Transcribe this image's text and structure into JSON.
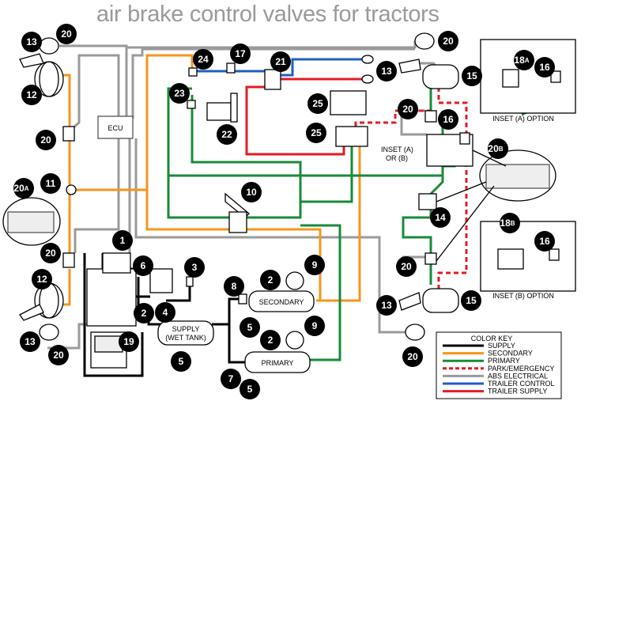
{
  "title": "air brake control valves for tractors",
  "labels": {
    "ecu": "ECU",
    "supply_tank_line1": "SUPPLY",
    "supply_tank_line2": "(WET TANK)",
    "secondary_tank": "SECONDARY",
    "primary_tank": "PRIMARY",
    "inset_ab_line1": "INSET (A)",
    "inset_ab_line2": "OR (B)",
    "inset_a_option": "INSET (A) OPTION",
    "inset_b_option": "INSET (B) OPTION"
  },
  "color_key": {
    "title": "COLOR KEY",
    "entries": [
      {
        "label": "SUPPLY",
        "color": "#000000",
        "dashed": false
      },
      {
        "label": "SECONDARY",
        "color": "#f7941d",
        "dashed": false
      },
      {
        "label": "PRIMARY",
        "color": "#1a8a3a",
        "dashed": false
      },
      {
        "label": "PARK/EMERGENCY",
        "color": "#e31b23",
        "dashed": true
      },
      {
        "label": "ABS ELECTRICAL",
        "color": "#9a9a9a",
        "dashed": false
      },
      {
        "label": "TRAILER CONTROL",
        "color": "#1f5fbf",
        "dashed": false
      },
      {
        "label": "TRAILER SUPPLY",
        "color": "#e31b23",
        "dashed": false
      }
    ]
  },
  "badges": [
    {
      "id": "13-top-left",
      "num": "13",
      "sub": ""
    },
    {
      "id": "20-top-left",
      "num": "20",
      "sub": ""
    },
    {
      "id": "12-top-left",
      "num": "12",
      "sub": ""
    },
    {
      "id": "20-left-upper",
      "num": "20",
      "sub": ""
    },
    {
      "id": "20a",
      "num": "20",
      "sub": "A"
    },
    {
      "id": "11",
      "num": "11",
      "sub": ""
    },
    {
      "id": "20-left-lower",
      "num": "20",
      "sub": ""
    },
    {
      "id": "12-bottom-left",
      "num": "12",
      "sub": ""
    },
    {
      "id": "13-bottom-left",
      "num": "13",
      "sub": ""
    },
    {
      "id": "20-bottom-left",
      "num": "20",
      "sub": ""
    },
    {
      "id": "1",
      "num": "1",
      "sub": ""
    },
    {
      "id": "6",
      "num": "6",
      "sub": ""
    },
    {
      "id": "3",
      "num": "3",
      "sub": ""
    },
    {
      "id": "2-compressor",
      "num": "2",
      "sub": ""
    },
    {
      "id": "4",
      "num": "4",
      "sub": ""
    },
    {
      "id": "19",
      "num": "19",
      "sub": ""
    },
    {
      "id": "5-supply",
      "num": "5",
      "sub": ""
    },
    {
      "id": "24",
      "num": "24",
      "sub": ""
    },
    {
      "id": "17",
      "num": "17",
      "sub": ""
    },
    {
      "id": "21",
      "num": "21",
      "sub": ""
    },
    {
      "id": "23",
      "num": "23",
      "sub": ""
    },
    {
      "id": "22",
      "num": "22",
      "sub": ""
    },
    {
      "id": "25-upper",
      "num": "25",
      "sub": ""
    },
    {
      "id": "25-lower",
      "num": "25",
      "sub": ""
    },
    {
      "id": "10",
      "num": "10",
      "sub": ""
    },
    {
      "id": "8",
      "num": "8",
      "sub": ""
    },
    {
      "id": "2-secondary",
      "num": "2",
      "sub": ""
    },
    {
      "id": "9-secondary",
      "num": "9",
      "sub": ""
    },
    {
      "id": "5-secondary",
      "num": "5",
      "sub": ""
    },
    {
      "id": "2-primary",
      "num": "2",
      "sub": ""
    },
    {
      "id": "9-primary",
      "num": "9",
      "sub": ""
    },
    {
      "id": "7",
      "num": "7",
      "sub": ""
    },
    {
      "id": "5-primary",
      "num": "5",
      "sub": ""
    },
    {
      "id": "20-top-right",
      "num": "20",
      "sub": ""
    },
    {
      "id": "13-top-right",
      "num": "13",
      "sub": ""
    },
    {
      "id": "15-top-right",
      "num": "15",
      "sub": ""
    },
    {
      "id": "18a",
      "num": "18",
      "sub": "A"
    },
    {
      "id": "16-inset-a",
      "num": "16",
      "sub": ""
    },
    {
      "id": "20-right-upper",
      "num": "20",
      "sub": ""
    },
    {
      "id": "16-right-upper",
      "num": "16",
      "sub": ""
    },
    {
      "id": "20b",
      "num": "20",
      "sub": "B"
    },
    {
      "id": "14",
      "num": "14",
      "sub": ""
    },
    {
      "id": "18b",
      "num": "18",
      "sub": "B"
    },
    {
      "id": "16-inset-b",
      "num": "16",
      "sub": ""
    },
    {
      "id": "20-right-lower",
      "num": "20",
      "sub": ""
    },
    {
      "id": "13-bottom-right",
      "num": "13",
      "sub": ""
    },
    {
      "id": "15-bottom-right",
      "num": "15",
      "sub": ""
    },
    {
      "id": "20-bottom-right",
      "num": "20",
      "sub": ""
    }
  ]
}
